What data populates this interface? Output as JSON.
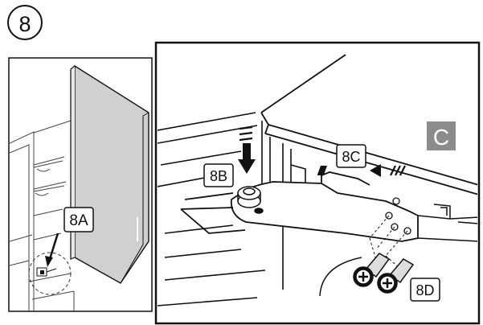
{
  "step_number": "8",
  "labels": {
    "step_8a": "8A",
    "step_8b": "8B",
    "step_8c": "8C",
    "step_8d": "8D",
    "view_c": "C"
  },
  "colors": {
    "door_panel": "#d0d0d0",
    "callout_badge": "#8c8c8c",
    "line": "#111111",
    "background": "#ffffff"
  },
  "icons": [
    "screw-icon",
    "arrow-icon"
  ]
}
